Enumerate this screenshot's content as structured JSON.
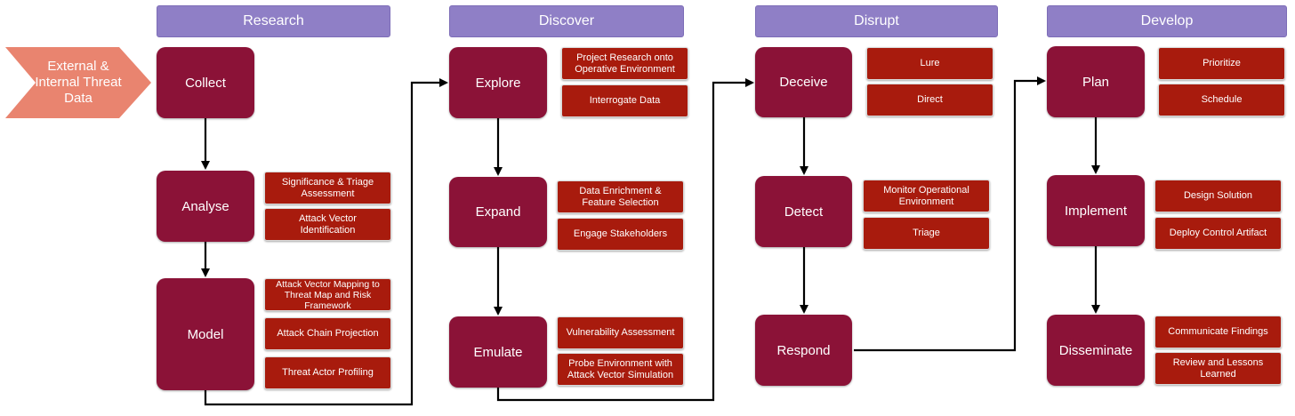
{
  "input": {
    "label": "External & Internal Threat Data"
  },
  "columns": [
    {
      "header": "Research",
      "nodes": [
        {
          "label": "Collect",
          "subs": []
        },
        {
          "label": "Analyse",
          "subs": [
            "Significance & Triage Assessment",
            "Attack Vector Identification"
          ]
        },
        {
          "label": "Model",
          "subs": [
            "Attack Vector Mapping to Threat Map  and Risk Framework",
            "Attack Chain Projection",
            "Threat Actor Profiling"
          ]
        }
      ]
    },
    {
      "header": "Discover",
      "nodes": [
        {
          "label": "Explore",
          "subs": [
            "Project Research onto Operative Environment",
            "Interrogate Data"
          ]
        },
        {
          "label": "Expand",
          "subs": [
            "Data Enrichment & Feature Selection",
            "Engage Stakeholders"
          ]
        },
        {
          "label": "Emulate",
          "subs": [
            "Vulnerability Assessment",
            "Probe Environment with Attack Vector Simulation"
          ]
        }
      ]
    },
    {
      "header": "Disrupt",
      "nodes": [
        {
          "label": "Deceive",
          "subs": [
            "Lure",
            "Direct"
          ]
        },
        {
          "label": "Detect",
          "subs": [
            "Monitor Operational Environment",
            "Triage"
          ]
        },
        {
          "label": "Respond",
          "subs": []
        }
      ]
    },
    {
      "header": "Develop",
      "nodes": [
        {
          "label": "Plan",
          "subs": [
            "Prioritize",
            "Schedule"
          ]
        },
        {
          "label": "Implement",
          "subs": [
            "Design Solution",
            "Deploy Control Artifact"
          ]
        },
        {
          "label": "Disseminate",
          "subs": [
            "Communicate Findings",
            "Review and Lessons Learned"
          ]
        }
      ]
    }
  ],
  "colors": {
    "header": "#8f7fc6",
    "node": "#8b1237",
    "sub_box": "#a81b0d",
    "input_arrow": "#e9846f",
    "connector": "#000000"
  }
}
